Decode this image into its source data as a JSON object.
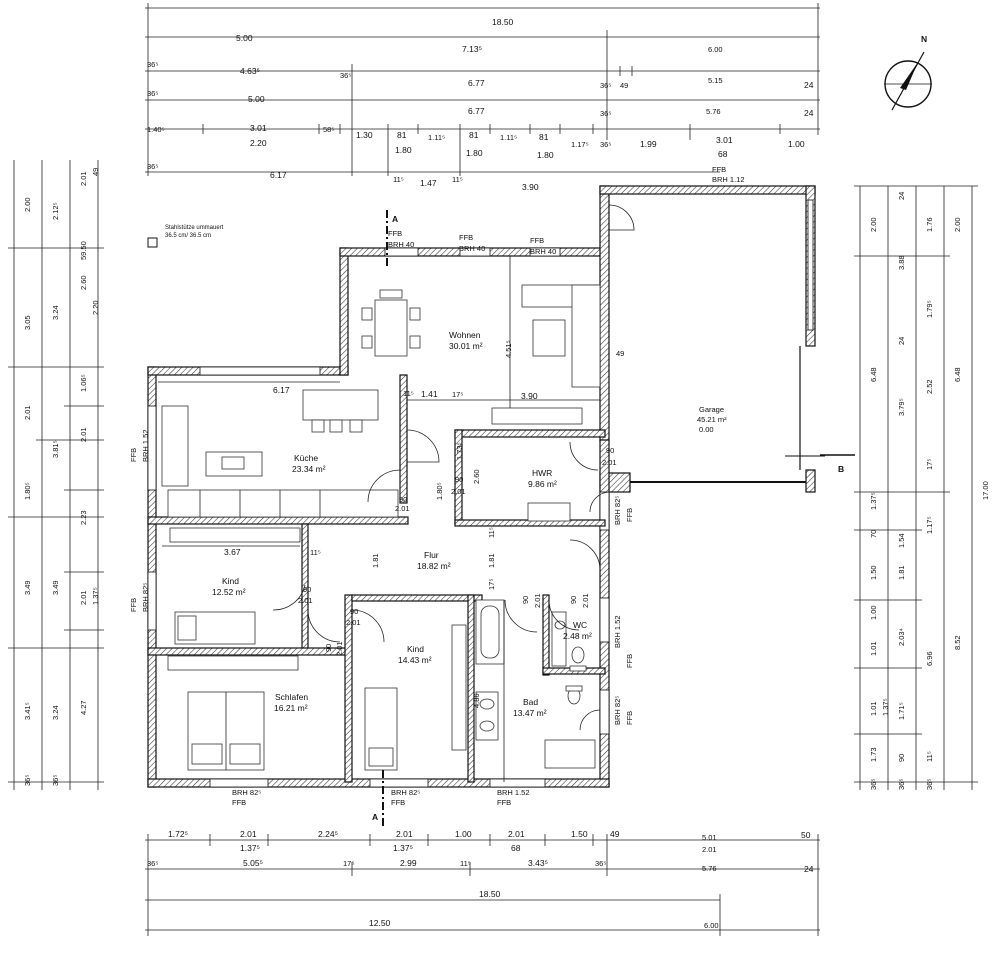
{
  "plan": {
    "north_label": "N",
    "column_note": [
      "Stahlstütze ummauert",
      "36.5 cm/ 36.5 cm"
    ],
    "rooms": {
      "wohnen": {
        "name": "Wohnen",
        "area": "30.01 m²"
      },
      "kueche": {
        "name": "Küche",
        "area": "23.34 m²"
      },
      "hwr": {
        "name": "HWR",
        "area": "9.86 m²"
      },
      "flur": {
        "name": "Flur",
        "area": "18.82 m²"
      },
      "kind1": {
        "name": "Kind",
        "area": "12.52 m²"
      },
      "kind2": {
        "name": "Kind",
        "area": "14.43 m²"
      },
      "schlafen": {
        "name": "Schlafen",
        "area": "16.21 m²"
      },
      "wc": {
        "name": "WC",
        "area": "2.48 m²"
      },
      "bad": {
        "name": "Bad",
        "area": "13.47 m²"
      },
      "garage": {
        "name": "Garage",
        "area": "45.21 m²",
        "extra": "0.00"
      }
    },
    "section_marks": {
      "a_top": "A",
      "a_bottom": "A",
      "b": "B"
    },
    "labels": {
      "ffb": "FFB",
      "brh40": "BRH 40",
      "brh152": "BRH 1.52",
      "brh825": "BRH 82⁵",
      "brh112": "BRH 1.12"
    },
    "top_dims": {
      "row1": [
        "18.50"
      ],
      "row2": [
        "5.00",
        "7.13⁵",
        "6.00"
      ],
      "row3": [
        "36⁵",
        "4.63⁵",
        "36⁵",
        "6.77",
        "36⁵",
        "49",
        "5.15",
        "24"
      ],
      "row4": [
        "36⁵",
        "5.00",
        "6.77",
        "36⁵",
        "5.76",
        "24"
      ],
      "row5_top": [
        "1.40⁵",
        "3.01",
        "58⁵",
        "1.30",
        "81",
        "1.11⁵",
        "81",
        "1.11⁵",
        "81",
        "1.17⁵",
        "36⁵",
        "1.99",
        "3.01",
        "1.00"
      ],
      "row5_bottom": [
        "2.20",
        "1.80",
        "1.80",
        "1.80",
        "68"
      ],
      "row6": [
        "36⁵",
        "6.17",
        "11⁵",
        "1.47",
        "11⁵",
        "3.90"
      ]
    },
    "inner_dims": [
      "6.17",
      "11⁵",
      "1.41",
      "17⁵",
      "3.90",
      "3.67",
      "11⁵",
      "4.51⁵",
      "49",
      "1.81",
      "1.81",
      "11⁵",
      "17⁵",
      "2.60",
      "4.86",
      "1.73⁵",
      "1.80⁵"
    ],
    "doors": [
      "90",
      "2.01",
      "90",
      "2.01",
      "90",
      "2.01",
      "90",
      "2.01",
      "90",
      "2.01",
      "90",
      "2.01",
      "90",
      "2.01",
      "90",
      "2.01"
    ],
    "bottom_dims": {
      "row1_top": [
        "1.72⁵",
        "2.01",
        "2.24⁵",
        "2.01",
        "1.00",
        "2.01",
        "1.50",
        "49",
        "5.01",
        "50"
      ],
      "row1_bottom": [
        "1.37⁵",
        "1.37⁵",
        "68",
        "2.01"
      ],
      "row2": [
        "36⁵",
        "5.05⁵",
        "17⁵",
        "2.99",
        "11⁵",
        "3.43⁵",
        "36⁵",
        "5.76",
        "24"
      ],
      "row3": [
        "18.50"
      ],
      "row4": [
        "12.50",
        "6.00"
      ]
    },
    "left_dims": {
      "col1": [
        "2.00",
        "3.05",
        "2.01",
        "1.80⁵",
        "3.49",
        "3.41⁵",
        "36⁵"
      ],
      "col2": [
        "2.12⁵",
        "3.24",
        "3.81⁵",
        "3.49",
        "3.24",
        "36⁵"
      ],
      "col3": [
        "2.01",
        "59.50",
        "2.60",
        "2.20",
        "1.06⁵",
        "2.01",
        "2.23",
        "2.01",
        "1.37⁵",
        "4.27"
      ],
      "col4": [
        "49"
      ]
    },
    "right_dims": {
      "col1": [
        "2.00",
        "6.48",
        "1.37⁵",
        "70",
        "1.50",
        "1.00",
        "1.01",
        "1.01",
        "1.37⁵",
        "1.73",
        "36⁵"
      ],
      "col2": [
        "24",
        "3.88",
        "24",
        "3.79⁵",
        "1.54",
        "1.81",
        "2.03⁴",
        "1.71⁵",
        "90",
        "36⁵"
      ],
      "col3": [
        "1.76",
        "1.79⁵",
        "2.52",
        "1.17⁵",
        "17⁵",
        "6.96",
        "11⁵",
        "36⁵"
      ],
      "col4": [
        "2.00",
        "6.48",
        "8.52"
      ],
      "col5": [
        "17.00"
      ]
    }
  }
}
